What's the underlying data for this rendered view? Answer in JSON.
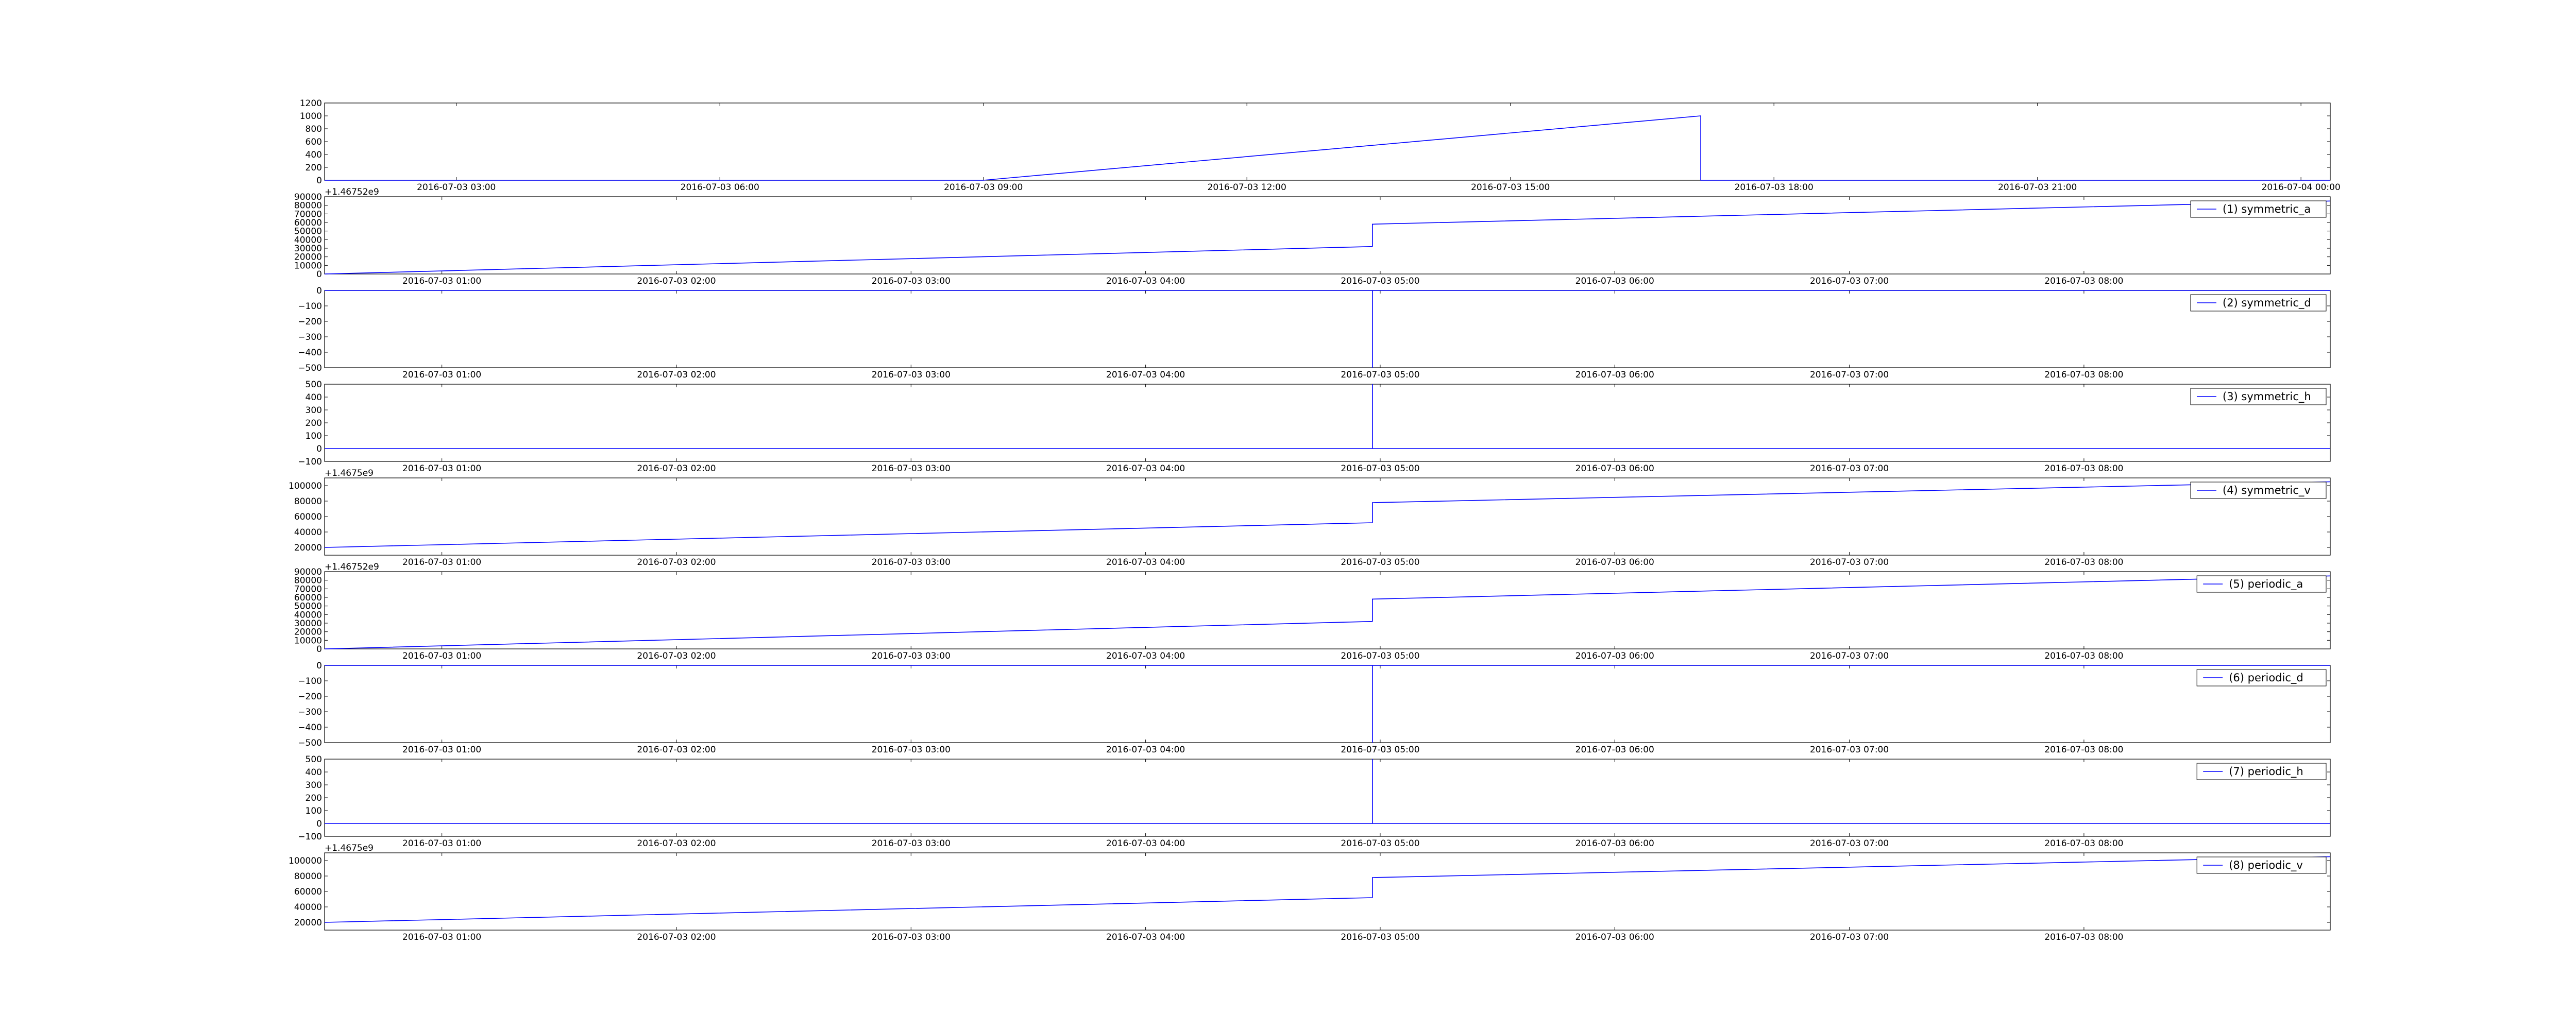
{
  "figure": {
    "panel_count": 9
  },
  "chart_data": [
    {
      "type": "line",
      "title": "",
      "xlabel": "",
      "ylabel": "",
      "x_type": "datetime",
      "xlim": [
        "2016-07-03 01:30",
        "2016-07-04 00:20"
      ],
      "xticks": [
        "2016-07-03 03:00",
        "2016-07-03 06:00",
        "2016-07-03 09:00",
        "2016-07-03 12:00",
        "2016-07-03 15:00",
        "2016-07-03 18:00",
        "2016-07-03 21:00",
        "2016-07-04 00:00"
      ],
      "xtick_labels": [
        "2016-07-03 03:00",
        "2016-07-03 06:00",
        "2016-07-03 09:00",
        "2016-07-03 12:00",
        "2016-07-03 15:00",
        "2016-07-03 18:00",
        "2016-07-03 21:00",
        "2016-07-04 00:00"
      ],
      "ylim": [
        0,
        1200
      ],
      "yticks": [
        0,
        200,
        400,
        600,
        800,
        1000,
        1200
      ],
      "ytick_labels": [
        "0",
        "200",
        "400",
        "600",
        "800",
        "1000",
        "1200"
      ],
      "offset_text": "",
      "legend": null,
      "series": [
        {
          "color": "#0000ff",
          "x": [
            "2016-07-03 01:30",
            "2016-07-03 09:00",
            "2016-07-03 17:10",
            "2016-07-03 17:10",
            "2016-07-04 00:20"
          ],
          "y": [
            0,
            0,
            1000,
            0,
            0
          ]
        }
      ]
    },
    {
      "type": "line",
      "title": "",
      "xlabel": "",
      "ylabel": "",
      "x_type": "datetime",
      "xlim": [
        "2016-07-03 00:30",
        "2016-07-03 09:03"
      ],
      "xticks": [
        "2016-07-03 01:00",
        "2016-07-03 02:00",
        "2016-07-03 03:00",
        "2016-07-03 04:00",
        "2016-07-03 05:00",
        "2016-07-03 06:00",
        "2016-07-03 07:00",
        "2016-07-03 08:00"
      ],
      "xtick_labels": [
        "2016-07-03 01:00",
        "2016-07-03 02:00",
        "2016-07-03 03:00",
        "2016-07-03 04:00",
        "2016-07-03 05:00",
        "2016-07-03 06:00",
        "2016-07-03 07:00",
        "2016-07-03 08:00"
      ],
      "ylim": [
        0,
        90000
      ],
      "yticks": [
        0,
        10000,
        20000,
        30000,
        40000,
        50000,
        60000,
        70000,
        80000,
        90000
      ],
      "ytick_labels": [
        "0",
        "10000",
        "20000",
        "30000",
        "40000",
        "50000",
        "60000",
        "70000",
        "80000",
        "90000"
      ],
      "offset_text": "+1.46752e9",
      "legend": {
        "label": "(1) symmetric_a",
        "placement": "top-right"
      },
      "series": [
        {
          "name": "(1) symmetric_a",
          "color": "#0000ff",
          "x": [
            "2016-07-03 00:30",
            "2016-07-03 04:58",
            "2016-07-03 04:58",
            "2016-07-03 09:03"
          ],
          "y": [
            0,
            32000,
            58000,
            85000
          ]
        }
      ]
    },
    {
      "type": "line",
      "title": "",
      "xlabel": "",
      "ylabel": "",
      "x_type": "datetime",
      "xlim": [
        "2016-07-03 00:30",
        "2016-07-03 09:03"
      ],
      "xticks": [
        "2016-07-03 01:00",
        "2016-07-03 02:00",
        "2016-07-03 03:00",
        "2016-07-03 04:00",
        "2016-07-03 05:00",
        "2016-07-03 06:00",
        "2016-07-03 07:00",
        "2016-07-03 08:00"
      ],
      "xtick_labels": [
        "2016-07-03 01:00",
        "2016-07-03 02:00",
        "2016-07-03 03:00",
        "2016-07-03 04:00",
        "2016-07-03 05:00",
        "2016-07-03 06:00",
        "2016-07-03 07:00",
        "2016-07-03 08:00"
      ],
      "ylim": [
        -500,
        0
      ],
      "yticks": [
        -500,
        -400,
        -300,
        -200,
        -100,
        0
      ],
      "ytick_labels": [
        "−500",
        "−400",
        "−300",
        "−200",
        "−100",
        "0"
      ],
      "offset_text": "",
      "legend": {
        "label": "(2) symmetric_d",
        "placement": "top-right"
      },
      "series": [
        {
          "name": "(2) symmetric_d",
          "color": "#0000ff",
          "x": [
            "2016-07-03 00:30",
            "2016-07-03 04:58",
            "2016-07-03 04:58",
            "2016-07-03 04:58",
            "2016-07-03 09:03"
          ],
          "y": [
            0,
            0,
            -500,
            0,
            0
          ]
        }
      ]
    },
    {
      "type": "line",
      "title": "",
      "xlabel": "",
      "ylabel": "",
      "x_type": "datetime",
      "xlim": [
        "2016-07-03 00:30",
        "2016-07-03 09:03"
      ],
      "xticks": [
        "2016-07-03 01:00",
        "2016-07-03 02:00",
        "2016-07-03 03:00",
        "2016-07-03 04:00",
        "2016-07-03 05:00",
        "2016-07-03 06:00",
        "2016-07-03 07:00",
        "2016-07-03 08:00"
      ],
      "xtick_labels": [
        "2016-07-03 01:00",
        "2016-07-03 02:00",
        "2016-07-03 03:00",
        "2016-07-03 04:00",
        "2016-07-03 05:00",
        "2016-07-03 06:00",
        "2016-07-03 07:00",
        "2016-07-03 08:00"
      ],
      "ylim": [
        -100,
        500
      ],
      "yticks": [
        -100,
        0,
        100,
        200,
        300,
        400,
        500
      ],
      "ytick_labels": [
        "−100",
        "0",
        "100",
        "200",
        "300",
        "400",
        "500"
      ],
      "offset_text": "",
      "legend": {
        "label": "(3) symmetric_h",
        "placement": "top-right"
      },
      "series": [
        {
          "name": "(3) symmetric_h",
          "color": "#0000ff",
          "x": [
            "2016-07-03 00:30",
            "2016-07-03 04:58",
            "2016-07-03 04:58",
            "2016-07-03 04:58",
            "2016-07-03 09:03"
          ],
          "y": [
            0,
            0,
            500,
            0,
            0
          ]
        }
      ]
    },
    {
      "type": "line",
      "title": "",
      "xlabel": "",
      "ylabel": "",
      "x_type": "datetime",
      "xlim": [
        "2016-07-03 00:30",
        "2016-07-03 09:03"
      ],
      "xticks": [
        "2016-07-03 01:00",
        "2016-07-03 02:00",
        "2016-07-03 03:00",
        "2016-07-03 04:00",
        "2016-07-03 05:00",
        "2016-07-03 06:00",
        "2016-07-03 07:00",
        "2016-07-03 08:00"
      ],
      "xtick_labels": [
        "2016-07-03 01:00",
        "2016-07-03 02:00",
        "2016-07-03 03:00",
        "2016-07-03 04:00",
        "2016-07-03 05:00",
        "2016-07-03 06:00",
        "2016-07-03 07:00",
        "2016-07-03 08:00"
      ],
      "ylim": [
        10000,
        110000
      ],
      "yticks": [
        20000,
        40000,
        60000,
        80000,
        100000
      ],
      "ytick_labels": [
        "20000",
        "40000",
        "60000",
        "80000",
        "100000"
      ],
      "offset_text": "+1.4675e9",
      "legend": {
        "label": "(4) symmetric_v",
        "placement": "top-right"
      },
      "series": [
        {
          "name": "(4) symmetric_v",
          "color": "#0000ff",
          "x": [
            "2016-07-03 00:30",
            "2016-07-03 04:58",
            "2016-07-03 04:58",
            "2016-07-03 09:03"
          ],
          "y": [
            20000,
            52000,
            78000,
            105000
          ]
        }
      ]
    },
    {
      "type": "line",
      "title": "",
      "xlabel": "",
      "ylabel": "",
      "x_type": "datetime",
      "xlim": [
        "2016-07-03 00:30",
        "2016-07-03 09:03"
      ],
      "xticks": [
        "2016-07-03 01:00",
        "2016-07-03 02:00",
        "2016-07-03 03:00",
        "2016-07-03 04:00",
        "2016-07-03 05:00",
        "2016-07-03 06:00",
        "2016-07-03 07:00",
        "2016-07-03 08:00"
      ],
      "xtick_labels": [
        "2016-07-03 01:00",
        "2016-07-03 02:00",
        "2016-07-03 03:00",
        "2016-07-03 04:00",
        "2016-07-03 05:00",
        "2016-07-03 06:00",
        "2016-07-03 07:00",
        "2016-07-03 08:00"
      ],
      "ylim": [
        0,
        90000
      ],
      "yticks": [
        0,
        10000,
        20000,
        30000,
        40000,
        50000,
        60000,
        70000,
        80000,
        90000
      ],
      "ytick_labels": [
        "0",
        "10000",
        "20000",
        "30000",
        "40000",
        "50000",
        "60000",
        "70000",
        "80000",
        "90000"
      ],
      "offset_text": "+1.46752e9",
      "legend": {
        "label": "(5) periodic_a",
        "placement": "top-right"
      },
      "series": [
        {
          "name": "(5) periodic_a",
          "color": "#0000ff",
          "x": [
            "2016-07-03 00:30",
            "2016-07-03 04:58",
            "2016-07-03 04:58",
            "2016-07-03 09:03"
          ],
          "y": [
            0,
            32000,
            58000,
            85000
          ]
        }
      ]
    },
    {
      "type": "line",
      "title": "",
      "xlabel": "",
      "ylabel": "",
      "x_type": "datetime",
      "xlim": [
        "2016-07-03 00:30",
        "2016-07-03 09:03"
      ],
      "xticks": [
        "2016-07-03 01:00",
        "2016-07-03 02:00",
        "2016-07-03 03:00",
        "2016-07-03 04:00",
        "2016-07-03 05:00",
        "2016-07-03 06:00",
        "2016-07-03 07:00",
        "2016-07-03 08:00"
      ],
      "xtick_labels": [
        "2016-07-03 01:00",
        "2016-07-03 02:00",
        "2016-07-03 03:00",
        "2016-07-03 04:00",
        "2016-07-03 05:00",
        "2016-07-03 06:00",
        "2016-07-03 07:00",
        "2016-07-03 08:00"
      ],
      "ylim": [
        -500,
        0
      ],
      "yticks": [
        -500,
        -400,
        -300,
        -200,
        -100,
        0
      ],
      "ytick_labels": [
        "−500",
        "−400",
        "−300",
        "−200",
        "−100",
        "0"
      ],
      "offset_text": "",
      "legend": {
        "label": "(6) periodic_d",
        "placement": "top-right"
      },
      "series": [
        {
          "name": "(6) periodic_d",
          "color": "#0000ff",
          "x": [
            "2016-07-03 00:30",
            "2016-07-03 04:58",
            "2016-07-03 04:58",
            "2016-07-03 04:58",
            "2016-07-03 09:03"
          ],
          "y": [
            0,
            0,
            -500,
            0,
            0
          ]
        }
      ]
    },
    {
      "type": "line",
      "title": "",
      "xlabel": "",
      "ylabel": "",
      "x_type": "datetime",
      "xlim": [
        "2016-07-03 00:30",
        "2016-07-03 09:03"
      ],
      "xticks": [
        "2016-07-03 01:00",
        "2016-07-03 02:00",
        "2016-07-03 03:00",
        "2016-07-03 04:00",
        "2016-07-03 05:00",
        "2016-07-03 06:00",
        "2016-07-03 07:00",
        "2016-07-03 08:00"
      ],
      "xtick_labels": [
        "2016-07-03 01:00",
        "2016-07-03 02:00",
        "2016-07-03 03:00",
        "2016-07-03 04:00",
        "2016-07-03 05:00",
        "2016-07-03 06:00",
        "2016-07-03 07:00",
        "2016-07-03 08:00"
      ],
      "ylim": [
        -100,
        500
      ],
      "yticks": [
        -100,
        0,
        100,
        200,
        300,
        400,
        500
      ],
      "ytick_labels": [
        "−100",
        "0",
        "100",
        "200",
        "300",
        "400",
        "500"
      ],
      "offset_text": "",
      "legend": {
        "label": "(7) periodic_h",
        "placement": "top-right"
      },
      "series": [
        {
          "name": "(7) periodic_h",
          "color": "#0000ff",
          "x": [
            "2016-07-03 00:30",
            "2016-07-03 04:58",
            "2016-07-03 04:58",
            "2016-07-03 04:58",
            "2016-07-03 09:03"
          ],
          "y": [
            0,
            0,
            500,
            0,
            0
          ]
        }
      ]
    },
    {
      "type": "line",
      "title": "",
      "xlabel": "",
      "ylabel": "",
      "x_type": "datetime",
      "xlim": [
        "2016-07-03 00:30",
        "2016-07-03 09:03"
      ],
      "xticks": [
        "2016-07-03 01:00",
        "2016-07-03 02:00",
        "2016-07-03 03:00",
        "2016-07-03 04:00",
        "2016-07-03 05:00",
        "2016-07-03 06:00",
        "2016-07-03 07:00",
        "2016-07-03 08:00"
      ],
      "xtick_labels": [
        "2016-07-03 01:00",
        "2016-07-03 02:00",
        "2016-07-03 03:00",
        "2016-07-03 04:00",
        "2016-07-03 05:00",
        "2016-07-03 06:00",
        "2016-07-03 07:00",
        "2016-07-03 08:00"
      ],
      "ylim": [
        10000,
        110000
      ],
      "yticks": [
        20000,
        40000,
        60000,
        80000,
        100000
      ],
      "ytick_labels": [
        "20000",
        "40000",
        "60000",
        "80000",
        "100000"
      ],
      "offset_text": "+1.4675e9",
      "legend": {
        "label": "(8) periodic_v",
        "placement": "top-right"
      },
      "series": [
        {
          "name": "(8) periodic_v",
          "color": "#0000ff",
          "x": [
            "2016-07-03 00:30",
            "2016-07-03 04:58",
            "2016-07-03 04:58",
            "2016-07-03 09:03"
          ],
          "y": [
            20000,
            52000,
            78000,
            105000
          ]
        }
      ]
    }
  ]
}
